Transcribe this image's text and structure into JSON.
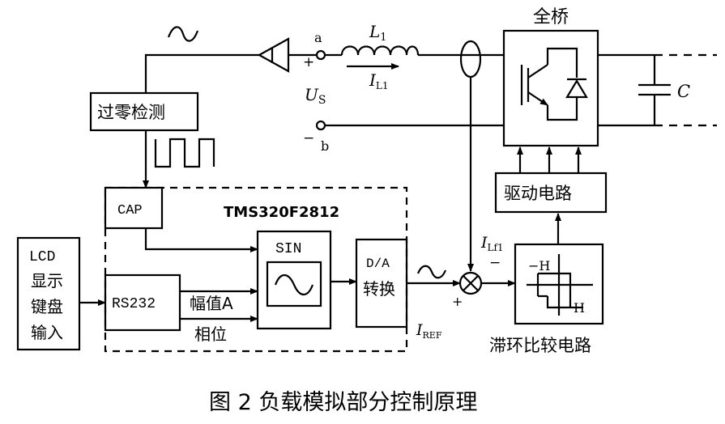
{
  "caption": "图 2 负载模拟部分控制原理",
  "blocks": {
    "zero_cross": "过零检测",
    "cap": "CAP",
    "tms": "TMS320F2812",
    "lcd": [
      "LCD",
      "显示",
      "键盘",
      "输入"
    ],
    "rs232": "RS232",
    "sin": "SIN",
    "da": [
      "D/A",
      "转换"
    ],
    "hysteresis": "滞环比较电路",
    "driver": "驱动电路",
    "full_bridge": "全桥"
  },
  "labels": {
    "amp": "幅值A",
    "phase": "相位",
    "L1": "L",
    "L1_sub": "1",
    "IL1": "I",
    "IL1_sub": "L1",
    "Us": "U",
    "Us_sub": "S",
    "a": "a",
    "b": "b",
    "plus_top": "+",
    "minus_bot": "−",
    "ILf1": "I",
    "ILf1_sub": "Lf1",
    "minus_sum": "−",
    "plus_sum": "+",
    "IREF": "I",
    "IREF_sub": "REF",
    "C": "C",
    "hyst_neg": "−H",
    "hyst_pos": "H"
  }
}
